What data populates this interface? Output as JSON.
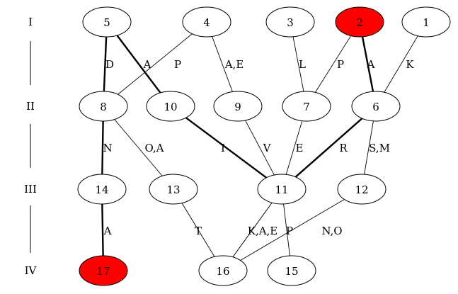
{
  "levels": [
    {
      "id": "I",
      "label": "I"
    },
    {
      "id": "II",
      "label": "II"
    },
    {
      "id": "III",
      "label": "III"
    },
    {
      "id": "IV",
      "label": "IV"
    }
  ],
  "nodes": [
    {
      "id": "5",
      "label": "5",
      "highlighted": false
    },
    {
      "id": "4",
      "label": "4",
      "highlighted": false
    },
    {
      "id": "3",
      "label": "3",
      "highlighted": false
    },
    {
      "id": "2",
      "label": "2",
      "highlighted": true
    },
    {
      "id": "1",
      "label": "1",
      "highlighted": false
    },
    {
      "id": "8",
      "label": "8",
      "highlighted": false
    },
    {
      "id": "10",
      "label": "10",
      "highlighted": false
    },
    {
      "id": "9",
      "label": "9",
      "highlighted": false
    },
    {
      "id": "7",
      "label": "7",
      "highlighted": false
    },
    {
      "id": "6",
      "label": "6",
      "highlighted": false
    },
    {
      "id": "14",
      "label": "14",
      "highlighted": false
    },
    {
      "id": "13",
      "label": "13",
      "highlighted": false
    },
    {
      "id": "11",
      "label": "11",
      "highlighted": false
    },
    {
      "id": "12",
      "label": "12",
      "highlighted": false
    },
    {
      "id": "17",
      "label": "17",
      "highlighted": true
    },
    {
      "id": "16",
      "label": "16",
      "highlighted": false
    },
    {
      "id": "15",
      "label": "15",
      "highlighted": false
    }
  ],
  "edges": [
    {
      "from": "5",
      "to": "8",
      "label": "D",
      "bold": true
    },
    {
      "from": "5",
      "to": "10",
      "label": "A",
      "bold": true
    },
    {
      "from": "4",
      "to": "8",
      "label": "P",
      "bold": false
    },
    {
      "from": "4",
      "to": "9",
      "label": "A,E",
      "bold": false
    },
    {
      "from": "3",
      "to": "7",
      "label": "L",
      "bold": false
    },
    {
      "from": "2",
      "to": "7",
      "label": "P",
      "bold": false
    },
    {
      "from": "2",
      "to": "6",
      "label": "A",
      "bold": true
    },
    {
      "from": "1",
      "to": "6",
      "label": "K",
      "bold": false
    },
    {
      "from": "8",
      "to": "14",
      "label": "N",
      "bold": true
    },
    {
      "from": "8",
      "to": "13",
      "label": "O,A",
      "bold": false
    },
    {
      "from": "10",
      "to": "11",
      "label": "I",
      "bold": true
    },
    {
      "from": "9",
      "to": "11",
      "label": "V",
      "bold": false
    },
    {
      "from": "7",
      "to": "11",
      "label": "E",
      "bold": false
    },
    {
      "from": "6",
      "to": "11",
      "label": "R",
      "bold": true
    },
    {
      "from": "6",
      "to": "12",
      "label": "S,M",
      "bold": false
    },
    {
      "from": "14",
      "to": "17",
      "label": "A",
      "bold": true
    },
    {
      "from": "13",
      "to": "16",
      "label": "T",
      "bold": false
    },
    {
      "from": "11",
      "to": "16",
      "label": "K,A,E",
      "bold": false
    },
    {
      "from": "11",
      "to": "15",
      "label": "P",
      "bold": false
    },
    {
      "from": "12",
      "to": "16",
      "label": "N,O",
      "bold": false
    }
  ],
  "colors": {
    "highlight": "#ff0000",
    "node_fill": "#ffffff",
    "stroke": "#000000"
  }
}
